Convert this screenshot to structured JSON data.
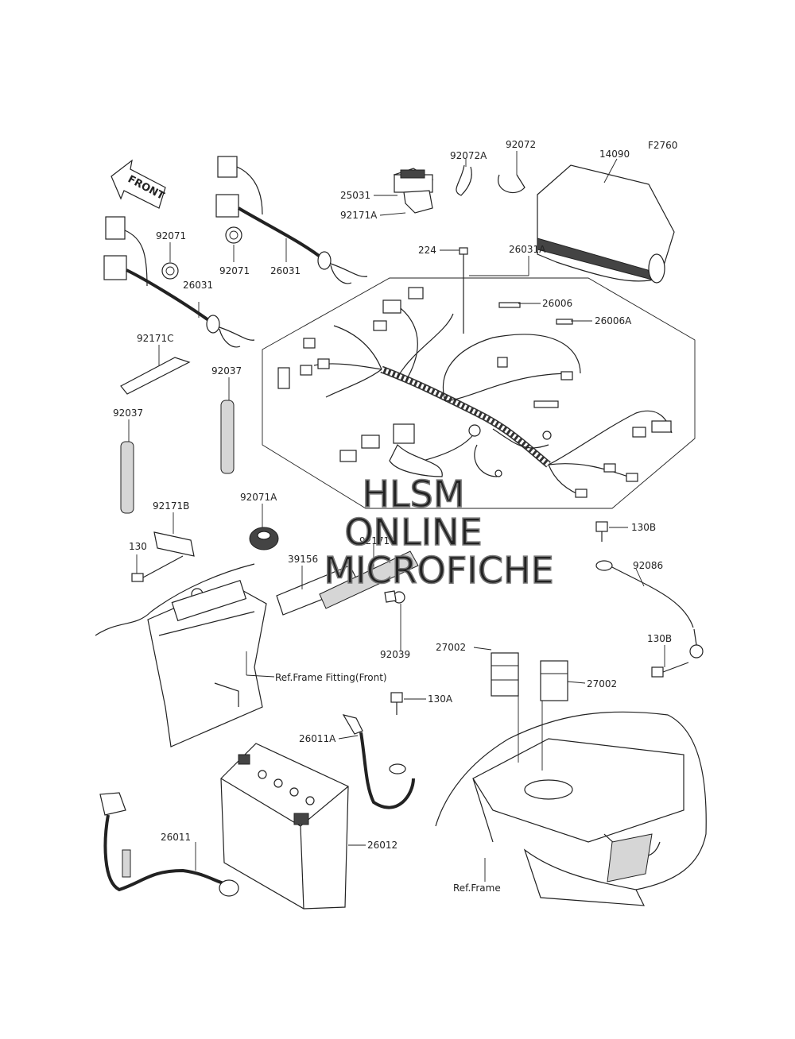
{
  "figure_code": "F2760",
  "front_arrow_label": "FRONT",
  "watermark": {
    "line1": "HLSM",
    "line2": "ONLINE",
    "line3": "MICROFICHE"
  },
  "refs": {
    "frame_fitting": "Ref.Frame Fitting(Front)",
    "frame": "Ref.Frame"
  },
  "part_labels": {
    "p_92072a": "92072A",
    "p_92072": "92072",
    "p_14090": "14090",
    "p_25031": "25031",
    "p_92171a": "92171A",
    "p_224": "224",
    "p_26031a": "26031A",
    "p_92071_left": "92071",
    "p_26031_left": "26031",
    "p_92071_mid": "92071",
    "p_26031_mid": "26031",
    "p_26006": "26006",
    "p_26006a": "26006A",
    "p_92171c": "92171C",
    "p_92037_mid": "92037",
    "p_92037_left": "92037",
    "p_92171b": "92171B",
    "p_92071a": "92071A",
    "p_130": "130",
    "p_39156": "39156",
    "p_92171": "92171",
    "p_92039": "92039",
    "p_130b_top": "130B",
    "p_92086": "92086",
    "p_130b_bottom": "130B",
    "p_27002_left": "27002",
    "p_27002_right": "27002",
    "p_130a": "130A",
    "p_26011a": "26011A",
    "p_26012": "26012",
    "p_26011": "26011"
  }
}
